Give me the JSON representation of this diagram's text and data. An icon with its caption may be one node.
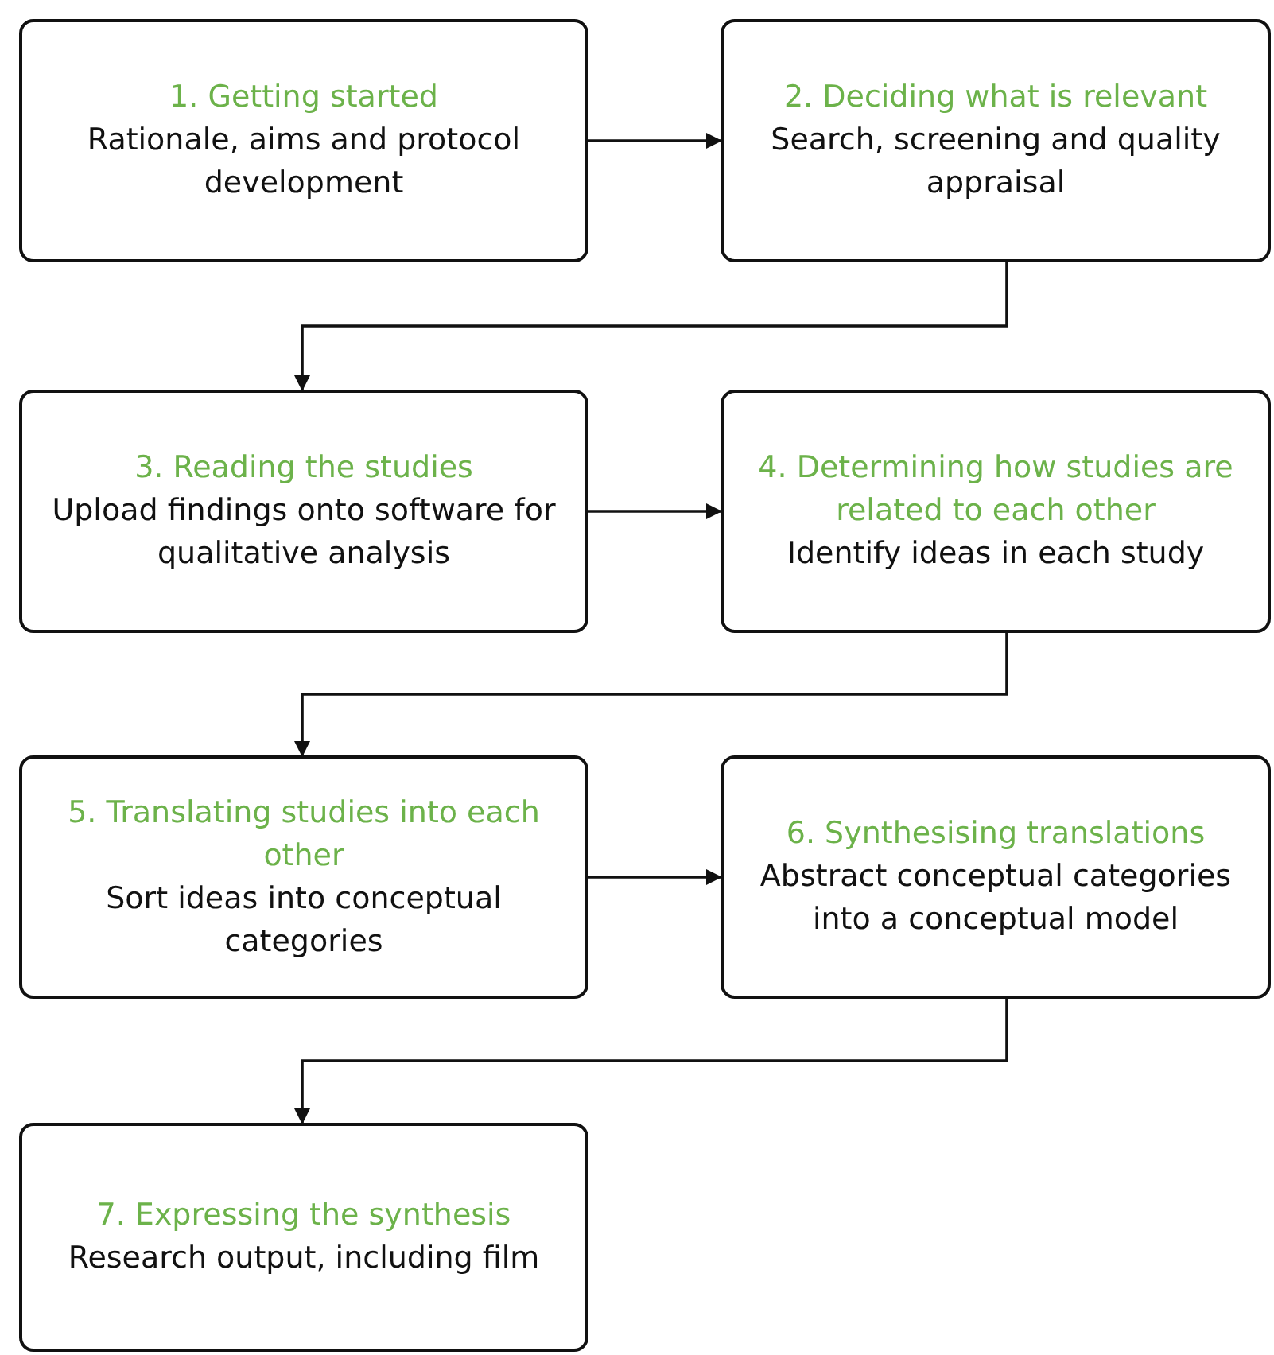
{
  "diagram": {
    "nodes": [
      {
        "text": [
          "1. Getting started",
          "Rationale, aims and protocol development"
        ]
      },
      {
        "text": [
          "2. Deciding what is relevant",
          "Search, screening and quality appraisal"
        ]
      },
      {
        "text": [
          "3. Reading the studies",
          "Upload findings onto software for qualitative analysis"
        ]
      },
      {
        "text": [
          "4. Determining how studies are related to each other",
          "Identify ideas in each study"
        ]
      },
      {
        "text": [
          "5. Translating studies into each other",
          "Sort ideas into conceptual categories"
        ]
      },
      {
        "text": [
          "6. Synthesising translations",
          "Abstract conceptual categories into a conceptual model"
        ]
      },
      {
        "text": [
          "7. Expressing the synthesis",
          "Research output, including film"
        ]
      }
    ],
    "edges": [
      {
        "from": 0,
        "to": 1,
        "arrow": "to"
      },
      {
        "from": 1,
        "to": 2,
        "arrow": "to"
      },
      {
        "from": 2,
        "to": 3,
        "arrow": "to"
      },
      {
        "from": 3,
        "to": 4,
        "arrow": "to"
      },
      {
        "from": 4,
        "to": 5,
        "arrow": "to"
      },
      {
        "from": 5,
        "to": 6,
        "arrow": "to"
      }
    ]
  }
}
